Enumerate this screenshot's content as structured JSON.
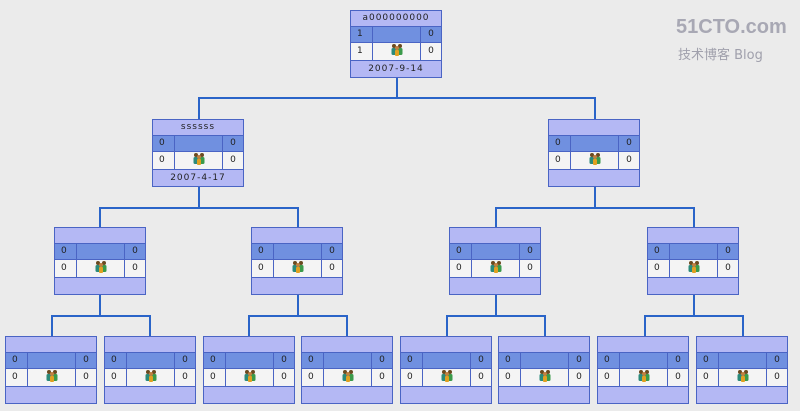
{
  "nodes": [
    {
      "title": "a000000000",
      "row1": [
        "1",
        "0"
      ],
      "row2": [
        "1",
        "0"
      ],
      "footer": "2007-9-14"
    },
    {
      "title": "ssssss",
      "row1": [
        "0",
        "0"
      ],
      "row2": [
        "0",
        "0"
      ],
      "footer": "2007-4-17"
    },
    {
      "title": "",
      "row1": [
        "0",
        "0"
      ],
      "row2": [
        "0",
        "0"
      ],
      "footer": ""
    },
    {
      "title": "",
      "row1": [
        "0",
        "0"
      ],
      "row2": [
        "0",
        "0"
      ],
      "footer": ""
    },
    {
      "title": "",
      "row1": [
        "0",
        "0"
      ],
      "row2": [
        "0",
        "0"
      ],
      "footer": ""
    },
    {
      "title": "",
      "row1": [
        "0",
        "0"
      ],
      "row2": [
        "0",
        "0"
      ],
      "footer": ""
    },
    {
      "title": "",
      "row1": [
        "0",
        "0"
      ],
      "row2": [
        "0",
        "0"
      ],
      "footer": ""
    },
    {
      "title": "",
      "row1": [
        "0",
        "0"
      ],
      "row2": [
        "0",
        "0"
      ],
      "footer": ""
    },
    {
      "title": "",
      "row1": [
        "0",
        "0"
      ],
      "row2": [
        "0",
        "0"
      ],
      "footer": ""
    },
    {
      "title": "",
      "row1": [
        "0",
        "0"
      ],
      "row2": [
        "0",
        "0"
      ],
      "footer": ""
    },
    {
      "title": "",
      "row1": [
        "0",
        "0"
      ],
      "row2": [
        "0",
        "0"
      ],
      "footer": ""
    },
    {
      "title": "",
      "row1": [
        "0",
        "0"
      ],
      "row2": [
        "0",
        "0"
      ],
      "footer": ""
    },
    {
      "title": "",
      "row1": [
        "0",
        "0"
      ],
      "row2": [
        "0",
        "0"
      ],
      "footer": ""
    },
    {
      "title": "",
      "row1": [
        "0",
        "0"
      ],
      "row2": [
        "0",
        "0"
      ],
      "footer": ""
    },
    {
      "title": "",
      "row1": [
        "0",
        "0"
      ],
      "row2": [
        "0",
        "0"
      ],
      "footer": ""
    }
  ],
  "node_icon": "users-icon",
  "watermark": {
    "brand": "51CTO.com",
    "sub": "技术博客 Blog"
  },
  "colors": {
    "header": "#b4b8f4",
    "row1": "#7090e0",
    "border": "#4a64c4",
    "line": "#2a64c8"
  }
}
